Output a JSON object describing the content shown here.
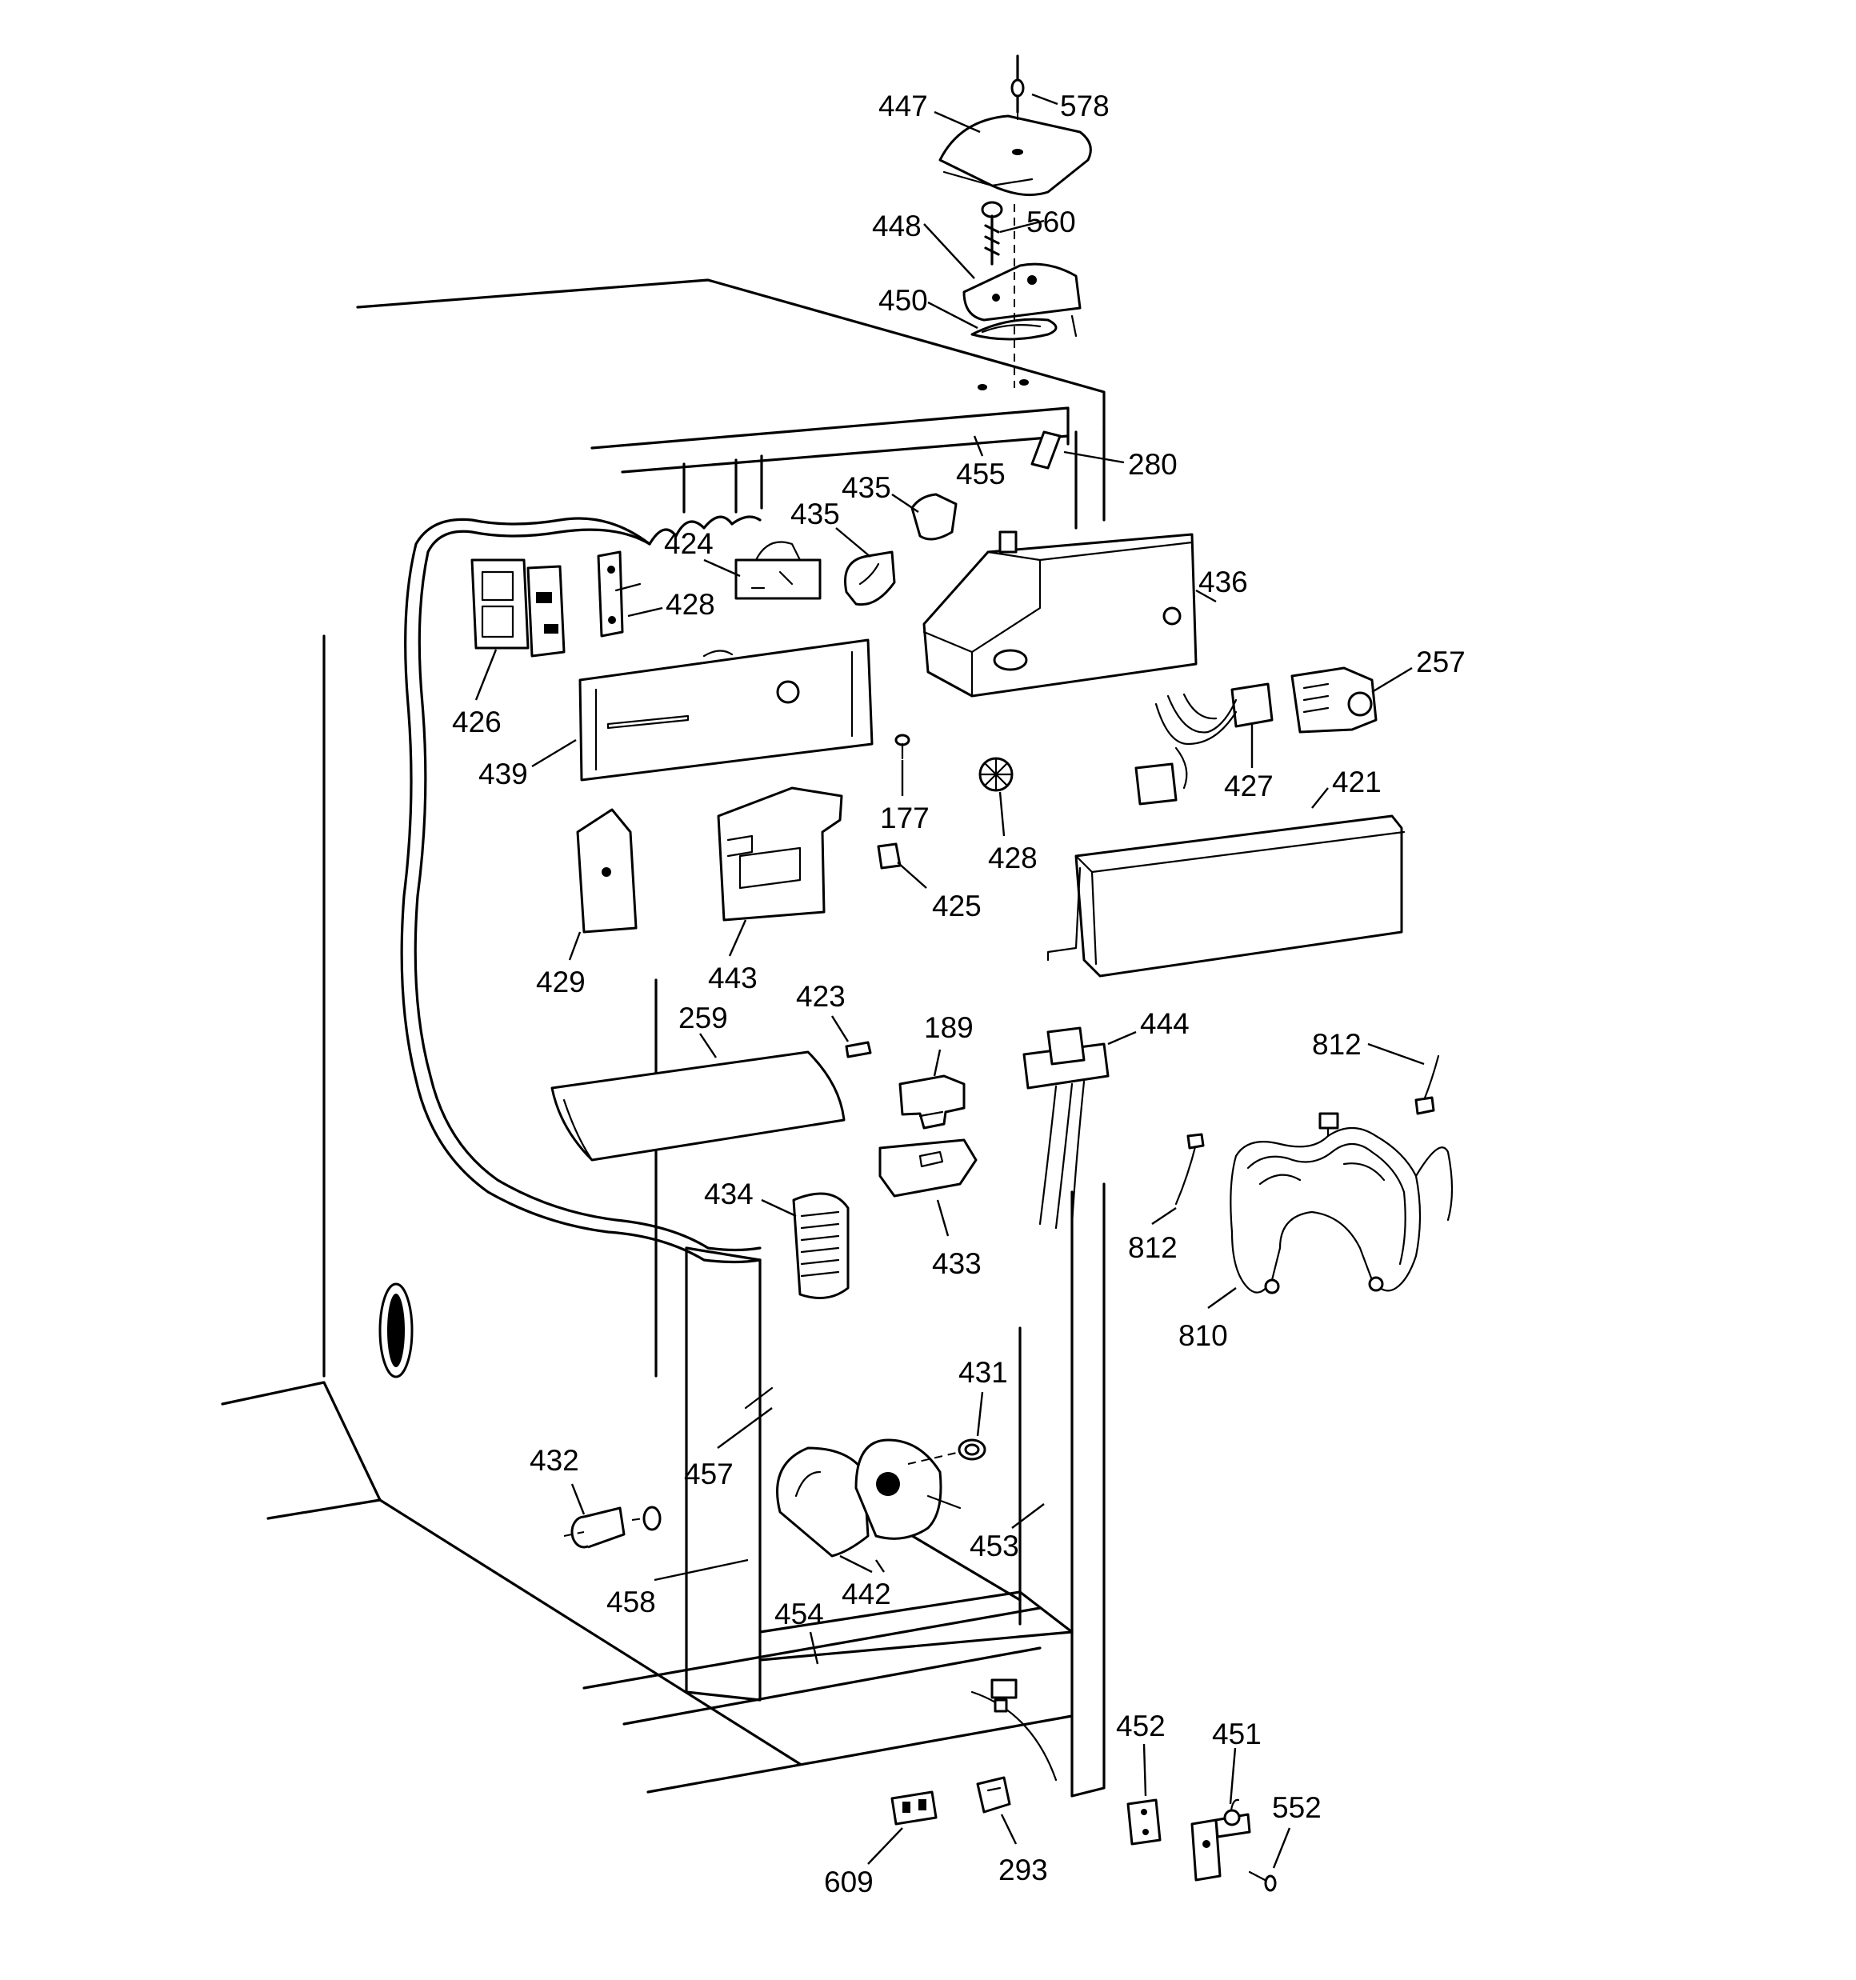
{
  "labels": {
    "p578": "578",
    "p447": "447",
    "p448": "448",
    "p560": "560",
    "p450": "450",
    "p280": "280",
    "p455": "455",
    "p435a": "435",
    "p435b": "435",
    "p424": "424",
    "p436": "436",
    "p428a": "428",
    "p426": "426",
    "p439": "439",
    "p257": "257",
    "p427": "427",
    "p177": "177",
    "p421": "421",
    "p428b": "428",
    "p425": "425",
    "p429": "429",
    "p443": "443",
    "p423": "423",
    "p189": "189",
    "p444": "444",
    "p259": "259",
    "p812a": "812",
    "p812b": "812",
    "p434": "434",
    "p433": "433",
    "p810": "810",
    "p431": "431",
    "p432": "432",
    "p457": "457",
    "p453": "453",
    "p458": "458",
    "p442": "442",
    "p454": "454",
    "p452": "452",
    "p451": "451",
    "p552": "552",
    "p609": "609",
    "p293": "293"
  }
}
